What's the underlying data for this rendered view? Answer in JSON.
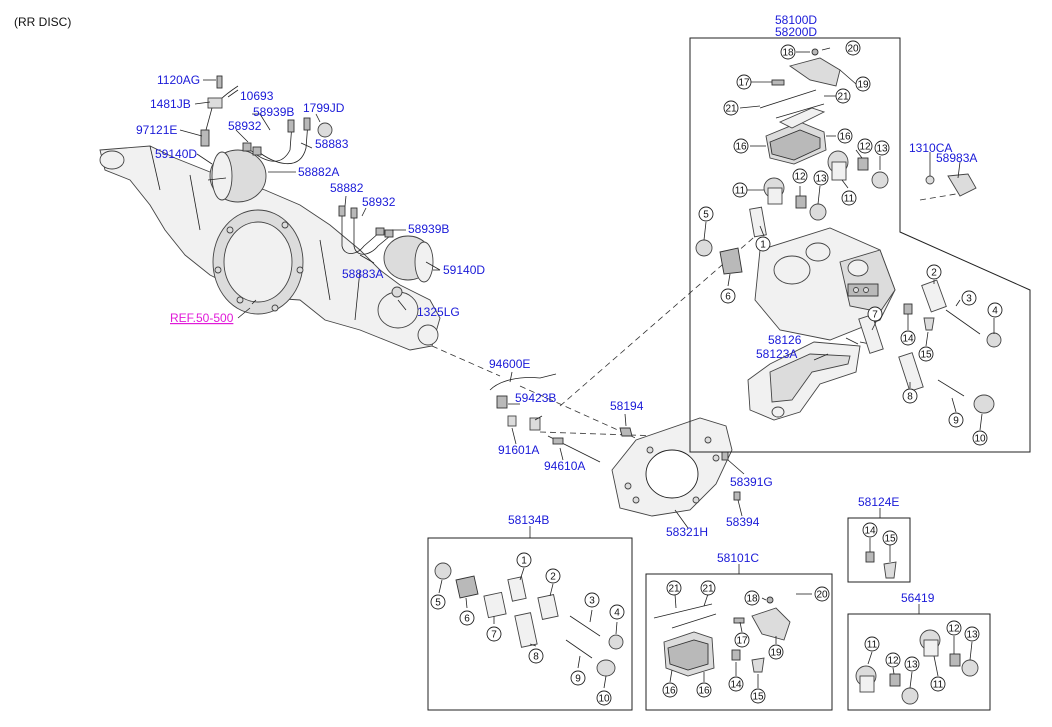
{
  "header_label": "(RR DISC)",
  "ref_label": "REF.50-500",
  "callouts": {
    "c1120AG": "1120AG",
    "c10693": "10693",
    "c1481JB": "1481JB",
    "c58939B_top": "58939B",
    "c1799JD": "1799JD",
    "c97121E": "97121E",
    "c58932_top": "58932",
    "c58883_top": "58883",
    "c59140D_top": "59140D",
    "c58882A": "58882A",
    "c58882": "58882",
    "c58932_mid": "58932",
    "c58939B_mid": "58939B",
    "c58883A": "58883A",
    "c59140D_mid": "59140D",
    "c1325LG": "1325LG",
    "c94600E": "94600E",
    "c59423B": "59423B",
    "c58194": "58194",
    "c91601A": "91601A",
    "c94610A": "94610A",
    "c58391G": "58391G",
    "c58394": "58394",
    "c58321H": "58321H",
    "c58100D": "58100D",
    "c58200D": "58200D",
    "c1310CA": "1310CA",
    "c58983A": "58983A",
    "c58126": "58126",
    "c58123A": "58123A",
    "c58134B": "58134B",
    "c58101C": "58101C",
    "c58124E": "58124E",
    "c56419": "56419"
  },
  "index_numbers": [
    "1",
    "2",
    "3",
    "4",
    "5",
    "6",
    "7",
    "8",
    "9",
    "10",
    "11",
    "12",
    "13",
    "14",
    "15",
    "16",
    "17",
    "18",
    "19",
    "20",
    "21"
  ]
}
